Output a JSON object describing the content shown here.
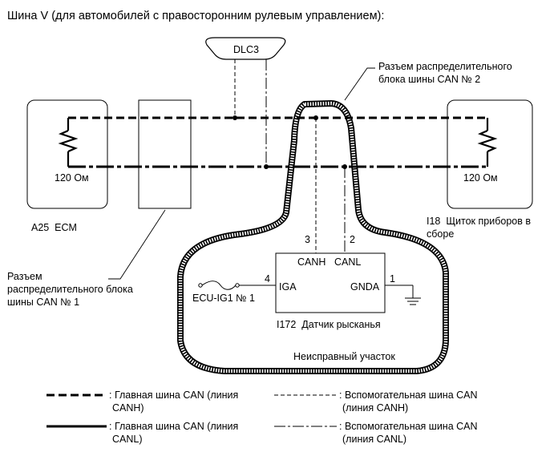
{
  "title": "Шина V (для автомобилей с правосторонним рулевым управлением):",
  "components": {
    "dlc3": "DLC3",
    "ecm_resistor": "120 Ом",
    "ecm": "A25  ECM",
    "meter_resistor": "120 Ом",
    "meter": [
      "I18  Щиток приборов в",
      "сборе"
    ],
    "junction_2": [
      "Разъем распределительного",
      "блока шины CAN № 2"
    ],
    "junction_1": [
      "Разъем",
      "распределительного блока",
      "шины CAN № 1"
    ],
    "sensor": "I172  Датчик рысканья"
  },
  "sensor_pins": {
    "canh": "CANH",
    "canl": "CANL",
    "iga": "IGA",
    "gnda": "GNDA",
    "pin_canh": "3",
    "pin_canl": "2",
    "pin_iga": "4",
    "pin_gnda": "1"
  },
  "fuse": "ECU-IG1 № 1",
  "faulty_area": "Неисправный участок",
  "legend": {
    "main_canh": [
      ": Главная шина CAN (линия",
      "CANH)"
    ],
    "main_canl": [
      ": Главная шина CAN (линия",
      "CANL)"
    ],
    "sub_canh": [
      ": Вспомогательная шина CAN",
      "(линия CANH)"
    ],
    "sub_canl": [
      ": Вспомогательная шина CAN",
      "(линия CANL)"
    ]
  }
}
